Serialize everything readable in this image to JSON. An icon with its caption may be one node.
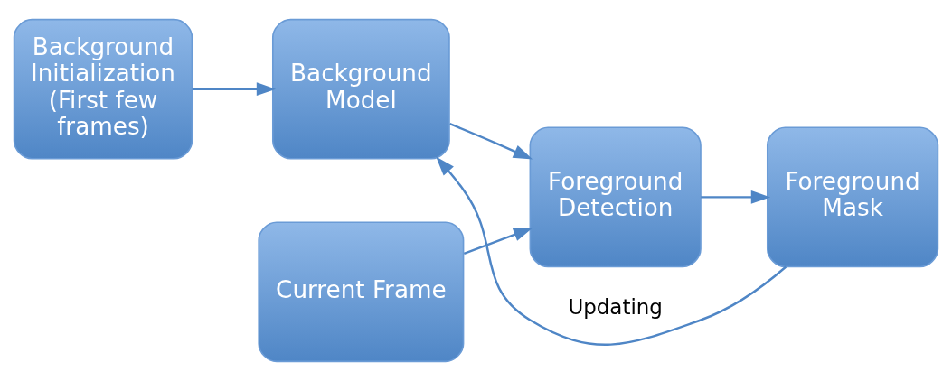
{
  "diagram": {
    "nodes": [
      {
        "text": [
          "Background Initialization (First few frames)"
        ]
      },
      {
        "text": [
          "Background Model"
        ]
      },
      {
        "text": [
          "Foreground Detection"
        ]
      },
      {
        "text": [
          "Foreground Mask"
        ]
      },
      {
        "text": [
          "Current Frame"
        ]
      }
    ],
    "edges": [
      {
        "from": 0,
        "to": 1,
        "arrow": "to"
      },
      {
        "from": 1,
        "to": 2,
        "arrow": "to"
      },
      {
        "from": 4,
        "to": 2,
        "arrow": "to"
      },
      {
        "from": 2,
        "to": 3,
        "arrow": "to"
      },
      {
        "from": 3,
        "to": 1,
        "arrow": "to",
        "label": "Updating"
      }
    ]
  }
}
